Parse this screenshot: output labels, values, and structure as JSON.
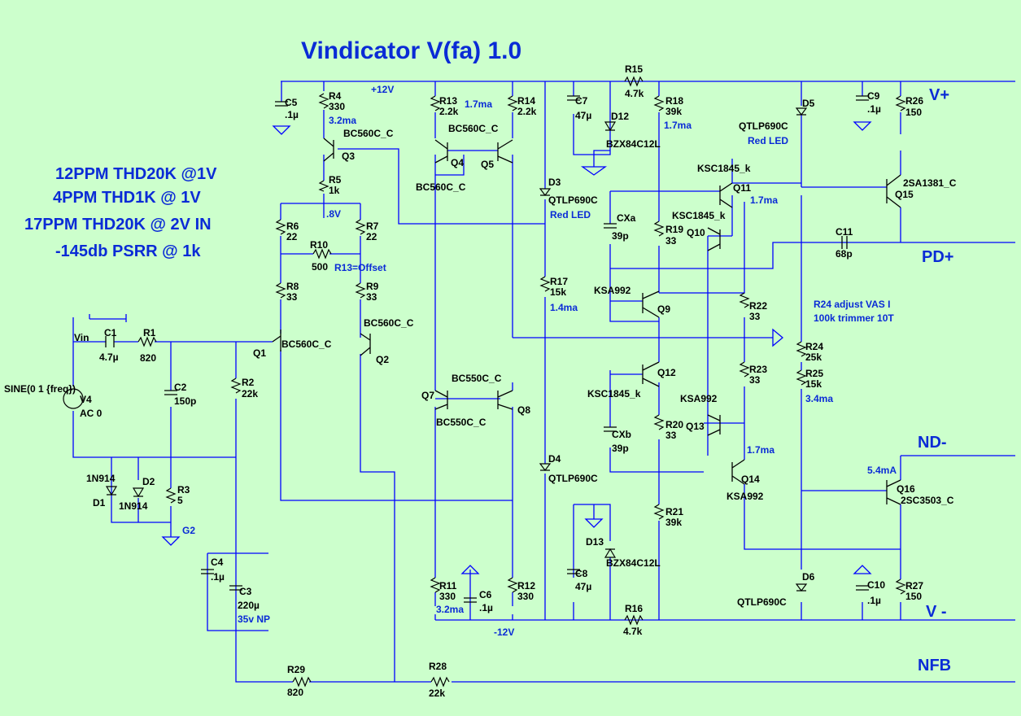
{
  "title": "Vindicator V(fa) 1.0",
  "notes": [
    "12PPM THD20K @1V",
    "4PPM THD1K @ 1V",
    "17PPM THD20K @ 2V IN",
    "-145db PSRR @ 1k"
  ],
  "ports": [
    "V+",
    "PD+",
    "ND-",
    "V -",
    "NFB"
  ],
  "side_notes": [
    "R24 adjust VAS I",
    "100k trimmer 10T"
  ],
  "colors": {
    "background": "#ccffcc",
    "wire": "#0000ff",
    "label": "#000000",
    "annotation": "#0a2bd6"
  },
  "labels": [
    {
      "id": "vin",
      "t": "Vin",
      "c": "k"
    },
    {
      "id": "c1n",
      "t": "C1",
      "c": "k"
    },
    {
      "id": "c1v",
      "t": "4.7µ",
      "c": "k"
    },
    {
      "id": "r1n",
      "t": "R1",
      "c": "k"
    },
    {
      "id": "r1v",
      "t": "820",
      "c": "k"
    },
    {
      "id": "sine",
      "t": "SINE(0 1 {freq})",
      "c": "k"
    },
    {
      "id": "v4n",
      "t": "V4",
      "c": "k"
    },
    {
      "id": "v4v",
      "t": "AC 0",
      "c": "k"
    },
    {
      "id": "c2n",
      "t": "C2",
      "c": "k"
    },
    {
      "id": "c2v",
      "t": "150p",
      "c": "k"
    },
    {
      "id": "d1t",
      "t": "1N914",
      "c": "k"
    },
    {
      "id": "d1n",
      "t": "D1",
      "c": "k"
    },
    {
      "id": "d2n",
      "t": "D2",
      "c": "k"
    },
    {
      "id": "d2t",
      "t": "1N914",
      "c": "k"
    },
    {
      "id": "r3n",
      "t": "R3",
      "c": "k"
    },
    {
      "id": "r3v",
      "t": "5",
      "c": "k"
    },
    {
      "id": "g2",
      "t": "G2",
      "c": "b"
    },
    {
      "id": "c5n",
      "t": "C5",
      "c": "k"
    },
    {
      "id": "c5v",
      "t": ".1µ",
      "c": "k"
    },
    {
      "id": "r4n",
      "t": "R4",
      "c": "k"
    },
    {
      "id": "r4v",
      "t": "330",
      "c": "k"
    },
    {
      "id": "r4i",
      "t": "3.2ma",
      "c": "b"
    },
    {
      "id": "p12",
      "t": "+12V",
      "c": "b"
    },
    {
      "id": "q3m",
      "t": "BC560C_C",
      "c": "k"
    },
    {
      "id": "q3n",
      "t": "Q3",
      "c": "k"
    },
    {
      "id": "r5n",
      "t": "R5",
      "c": "k"
    },
    {
      "id": "r5v",
      "t": "1k",
      "c": "k"
    },
    {
      "id": "v8",
      "t": ".8V",
      "c": "b"
    },
    {
      "id": "r6n",
      "t": "R6",
      "c": "k"
    },
    {
      "id": "r6v",
      "t": "22",
      "c": "k"
    },
    {
      "id": "r7n",
      "t": "R7",
      "c": "k"
    },
    {
      "id": "r7v",
      "t": "22",
      "c": "k"
    },
    {
      "id": "r10n",
      "t": "R10",
      "c": "k"
    },
    {
      "id": "r10v",
      "t": "500",
      "c": "k"
    },
    {
      "id": "r13o",
      "t": "R13=Offset",
      "c": "b"
    },
    {
      "id": "r8n",
      "t": "R8",
      "c": "k"
    },
    {
      "id": "r8v",
      "t": "33",
      "c": "k"
    },
    {
      "id": "r9n",
      "t": "R9",
      "c": "k"
    },
    {
      "id": "r9v",
      "t": "33",
      "c": "k"
    },
    {
      "id": "q2m",
      "t": "BC560C_C",
      "c": "k"
    },
    {
      "id": "q1m",
      "t": "BC560C_C",
      "c": "k"
    },
    {
      "id": "q1n",
      "t": "Q1",
      "c": "k"
    },
    {
      "id": "q2n",
      "t": "Q2",
      "c": "k"
    },
    {
      "id": "r2n",
      "t": "R2",
      "c": "k"
    },
    {
      "id": "r2v",
      "t": "22k",
      "c": "k"
    },
    {
      "id": "c4n",
      "t": "C4",
      "c": "k"
    },
    {
      "id": "c4v",
      "t": ".1µ",
      "c": "k"
    },
    {
      "id": "c3n",
      "t": "C3",
      "c": "k"
    },
    {
      "id": "c3v",
      "t": "220µ",
      "c": "k"
    },
    {
      "id": "c3i",
      "t": "35v NP",
      "c": "b"
    },
    {
      "id": "r29n",
      "t": "R29",
      "c": "k"
    },
    {
      "id": "r29v",
      "t": "820",
      "c": "k"
    },
    {
      "id": "r28n",
      "t": "R28",
      "c": "k"
    },
    {
      "id": "r28v",
      "t": "22k",
      "c": "k"
    },
    {
      "id": "r13n",
      "t": "R13",
      "c": "k"
    },
    {
      "id": "r13v",
      "t": "2.2k",
      "c": "k"
    },
    {
      "id": "r13i",
      "t": "1.7ma",
      "c": "b"
    },
    {
      "id": "r14n",
      "t": "R14",
      "c": "k"
    },
    {
      "id": "r14v",
      "t": "2.2k",
      "c": "k"
    },
    {
      "id": "q4m",
      "t": "BC560C_C",
      "c": "k"
    },
    {
      "id": "q4n",
      "t": "Q4",
      "c": "k"
    },
    {
      "id": "q5n",
      "t": "Q5",
      "c": "k"
    },
    {
      "id": "q4b",
      "t": "BC560C_C",
      "c": "k"
    },
    {
      "id": "c7n",
      "t": "C7",
      "c": "k"
    },
    {
      "id": "c7v",
      "t": "47µ",
      "c": "k"
    },
    {
      "id": "d12n",
      "t": "D12",
      "c": "k"
    },
    {
      "id": "d12m",
      "t": "BZX84C12L",
      "c": "k"
    },
    {
      "id": "r15n",
      "t": "R15",
      "c": "k"
    },
    {
      "id": "r15v",
      "t": "4.7k",
      "c": "k"
    },
    {
      "id": "d3n",
      "t": "D3",
      "c": "k"
    },
    {
      "id": "d3m",
      "t": "QTLP690C",
      "c": "k"
    },
    {
      "id": "d3i",
      "t": "Red LED",
      "c": "b"
    },
    {
      "id": "r17n",
      "t": "R17",
      "c": "k"
    },
    {
      "id": "r17v",
      "t": "15k",
      "c": "k"
    },
    {
      "id": "r17i",
      "t": "1.4ma",
      "c": "b"
    },
    {
      "id": "q8m",
      "t": "BC550C_C",
      "c": "k"
    },
    {
      "id": "q7n",
      "t": "Q7",
      "c": "k"
    },
    {
      "id": "q8n",
      "t": "Q8",
      "c": "k"
    },
    {
      "id": "q7m",
      "t": "BC550C_C",
      "c": "k"
    },
    {
      "id": "d4n",
      "t": "D4",
      "c": "k"
    },
    {
      "id": "d4m",
      "t": "QTLP690C",
      "c": "k"
    },
    {
      "id": "r11n",
      "t": "R11",
      "c": "k"
    },
    {
      "id": "r11v",
      "t": "330",
      "c": "k"
    },
    {
      "id": "r11i",
      "t": "3.2ma",
      "c": "b"
    },
    {
      "id": "c6n",
      "t": "C6",
      "c": "k"
    },
    {
      "id": "c6v",
      "t": ".1µ",
      "c": "k"
    },
    {
      "id": "r12n",
      "t": "R12",
      "c": "k"
    },
    {
      "id": "r12v",
      "t": "330",
      "c": "k"
    },
    {
      "id": "m12",
      "t": "-12V",
      "c": "b"
    },
    {
      "id": "c8n",
      "t": "C8",
      "c": "k"
    },
    {
      "id": "c8v",
      "t": "47µ",
      "c": "k"
    },
    {
      "id": "d13n",
      "t": "D13",
      "c": "k"
    },
    {
      "id": "d13m",
      "t": "BZX84C12L",
      "c": "k"
    },
    {
      "id": "r16n",
      "t": "R16",
      "c": "k"
    },
    {
      "id": "r16v",
      "t": "4.7k",
      "c": "k"
    },
    {
      "id": "r18n",
      "t": "R18",
      "c": "k"
    },
    {
      "id": "r18v",
      "t": "39k",
      "c": "k"
    },
    {
      "id": "r18i",
      "t": "1.7ma",
      "c": "b"
    },
    {
      "id": "cxan",
      "t": "CXa",
      "c": "k"
    },
    {
      "id": "cxav",
      "t": "39p",
      "c": "k"
    },
    {
      "id": "r19n",
      "t": "R19",
      "c": "k"
    },
    {
      "id": "r19v",
      "t": "33",
      "c": "k"
    },
    {
      "id": "q9m",
      "t": "KSA992",
      "c": "k"
    },
    {
      "id": "q9n",
      "t": "Q9",
      "c": "k"
    },
    {
      "id": "q12n",
      "t": "Q12",
      "c": "k"
    },
    {
      "id": "q12m",
      "t": "KSC1845_k",
      "c": "k"
    },
    {
      "id": "cxbn",
      "t": "CXb",
      "c": "k"
    },
    {
      "id": "cxbv",
      "t": "39p",
      "c": "k"
    },
    {
      "id": "r20n",
      "t": "R20",
      "c": "k"
    },
    {
      "id": "r20v",
      "t": "33",
      "c": "k"
    },
    {
      "id": "r21n",
      "t": "R21",
      "c": "k"
    },
    {
      "id": "r21v",
      "t": "39k",
      "c": "k"
    },
    {
      "id": "q11m",
      "t": "KSC1845_k",
      "c": "k"
    },
    {
      "id": "q11n",
      "t": "Q11",
      "c": "k"
    },
    {
      "id": "q11i",
      "t": "1.7ma",
      "c": "b"
    },
    {
      "id": "q10m",
      "t": "KSC1845_k",
      "c": "k"
    },
    {
      "id": "q10n",
      "t": "Q10",
      "c": "k"
    },
    {
      "id": "r22n",
      "t": "R22",
      "c": "k"
    },
    {
      "id": "r22v",
      "t": "33",
      "c": "k"
    },
    {
      "id": "r23n",
      "t": "R23",
      "c": "k"
    },
    {
      "id": "r23v",
      "t": "33",
      "c": "k"
    },
    {
      "id": "q13m",
      "t": "KSA992",
      "c": "k"
    },
    {
      "id": "q13n",
      "t": "Q13",
      "c": "k"
    },
    {
      "id": "q14i",
      "t": "1.7ma",
      "c": "b"
    },
    {
      "id": "q14n",
      "t": "Q14",
      "c": "k"
    },
    {
      "id": "q14m",
      "t": "KSA992",
      "c": "k"
    },
    {
      "id": "d5n",
      "t": "D5",
      "c": "k"
    },
    {
      "id": "d5m",
      "t": "QTLP690C",
      "c": "k"
    },
    {
      "id": "d5i",
      "t": "Red LED",
      "c": "b"
    },
    {
      "id": "c9n",
      "t": "C9",
      "c": "k"
    },
    {
      "id": "c9v",
      "t": ".1µ",
      "c": "k"
    },
    {
      "id": "r26n",
      "t": "R26",
      "c": "k"
    },
    {
      "id": "r26v",
      "t": "150",
      "c": "k"
    },
    {
      "id": "q15m",
      "t": "2SA1381_C",
      "c": "k"
    },
    {
      "id": "q15n",
      "t": "Q15",
      "c": "k"
    },
    {
      "id": "c11n",
      "t": "C11",
      "c": "k"
    },
    {
      "id": "c11v",
      "t": "68p",
      "c": "k"
    },
    {
      "id": "r24n",
      "t": "R24",
      "c": "k"
    },
    {
      "id": "r24v",
      "t": "25k",
      "c": "k"
    },
    {
      "id": "r25n",
      "t": "R25",
      "c": "k"
    },
    {
      "id": "r25v",
      "t": "15k",
      "c": "k"
    },
    {
      "id": "r25i",
      "t": "3.4ma",
      "c": "b"
    },
    {
      "id": "q16i",
      "t": "5.4mA",
      "c": "b"
    },
    {
      "id": "q16n",
      "t": "Q16",
      "c": "k"
    },
    {
      "id": "q16m",
      "t": "2SC3503_C",
      "c": "k"
    },
    {
      "id": "d6n",
      "t": "D6",
      "c": "k"
    },
    {
      "id": "d6m",
      "t": "QTLP690C",
      "c": "k"
    },
    {
      "id": "c10n",
      "t": "C10",
      "c": "k"
    },
    {
      "id": "c10v",
      "t": ".1µ",
      "c": "k"
    },
    {
      "id": "r27n",
      "t": "R27",
      "c": "k"
    },
    {
      "id": "r27v",
      "t": "150",
      "c": "k"
    }
  ]
}
